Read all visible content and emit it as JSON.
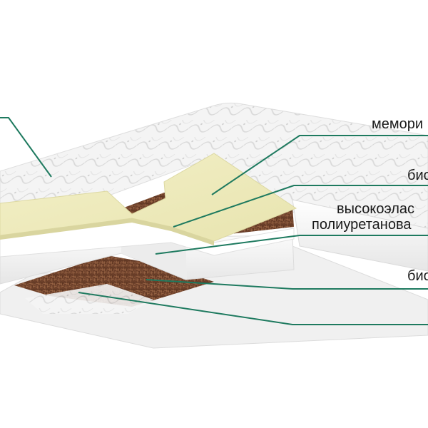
{
  "labels": {
    "memory_foam": "мемори",
    "bio_top": "био",
    "foam_line1": "высокоэлас",
    "foam_line2": "полиуретанова",
    "bio_bottom": "био"
  },
  "colors": {
    "leader_line": "#1e7a5f",
    "quilt_cover": "#f3f3f3",
    "memory_foam": "#eeebbc",
    "coconut": "#7a4a32",
    "white_foam": "#ffffff"
  }
}
